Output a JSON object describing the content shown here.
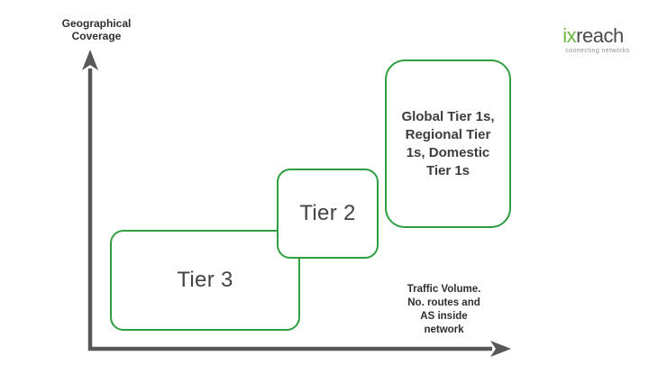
{
  "slide": {
    "background": "#ffffff"
  },
  "colors": {
    "box_border_green": "#2f9e41",
    "axis_gray": "#58585a",
    "axis_label_dark": "#2e2e30",
    "tier_label_gray": "#434345",
    "logo_green": "#6fb53e",
    "logo_dark": "#4b4b4d",
    "tagline_gray": "#8f8f91"
  },
  "axes": {
    "y_label": "Geographical\nCoverage",
    "x_label": "Traffic Volume.\nNo. routes and\nAS inside\nnetwork"
  },
  "boxes": [
    {
      "id": "tier3",
      "label": "Tier 3"
    },
    {
      "id": "tier2",
      "label": "Tier 2"
    },
    {
      "id": "tier1",
      "label": "Global Tier 1s,\nRegional Tier\n1s, Domestic\nTier 1s"
    }
  ],
  "logo": {
    "name_prefix": "ix",
    "name_suffix": "reach",
    "tagline": "connecting networks"
  }
}
